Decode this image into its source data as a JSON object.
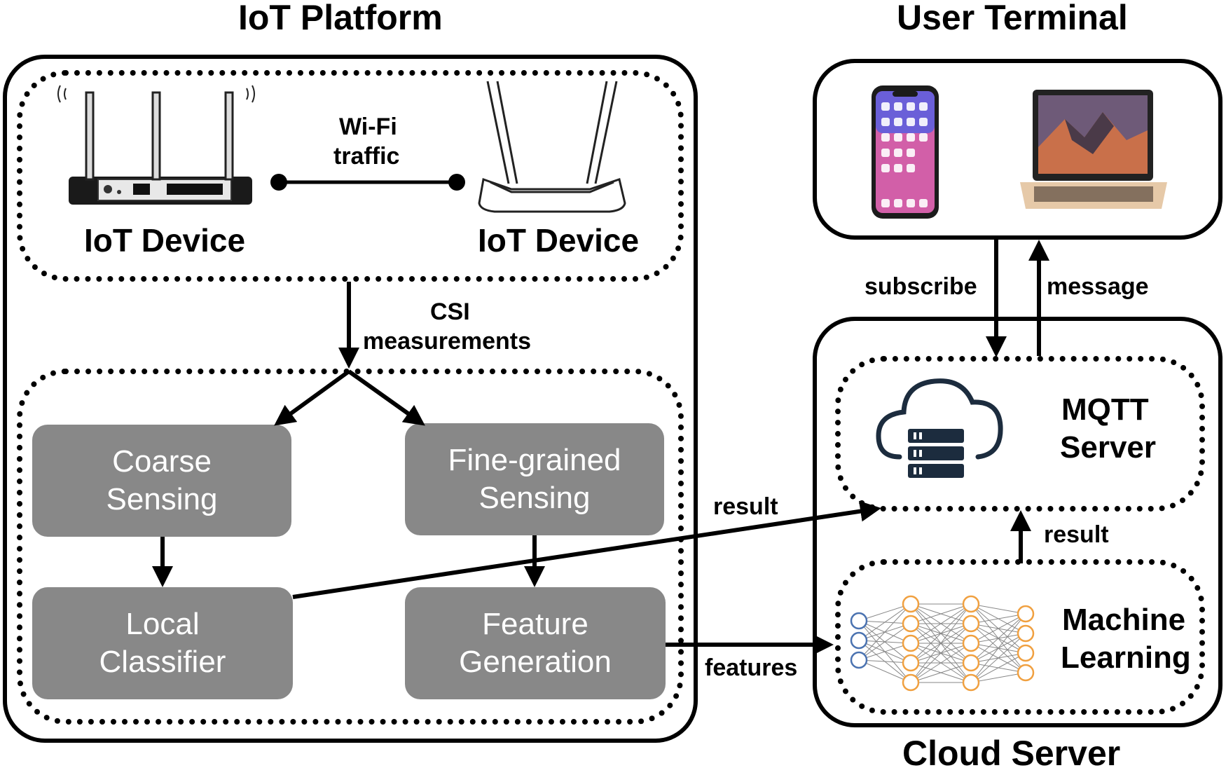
{
  "titles": {
    "iot_platform": "IoT Platform",
    "user_terminal": "User Terminal",
    "cloud_server": "Cloud Server"
  },
  "iot_devices": {
    "left_label": "IoT Device",
    "right_label": "IoT Device",
    "link_line1": "Wi-Fi",
    "link_line2": "traffic"
  },
  "csi": {
    "line1": "CSI",
    "line2": "measurements"
  },
  "processing": {
    "coarse": {
      "line1": "Coarse",
      "line2": "Sensing"
    },
    "fine": {
      "line1": "Fine-grained",
      "line2": "Sensing"
    },
    "local": {
      "line1": "Local",
      "line2": "Classifier"
    },
    "feature": {
      "line1": "Feature",
      "line2": "Generation"
    }
  },
  "edges": {
    "result_to_mqtt": "result",
    "features": "features",
    "ml_result": "result",
    "subscribe": "subscribe",
    "message": "message"
  },
  "cloud": {
    "mqtt_line1": "MQTT",
    "mqtt_line2": "Server",
    "ml_line1": "Machine",
    "ml_line2": "Learning"
  },
  "icons": [
    "router-icon",
    "router-icon",
    "smartphone-icon",
    "laptop-icon",
    "cloud-server-icon",
    "neural-network-icon"
  ],
  "colors": {
    "process_box": "#888888",
    "process_text": "#ffffff",
    "neuron_input": "#4a72b0",
    "neuron_hidden": "#f0a040"
  }
}
